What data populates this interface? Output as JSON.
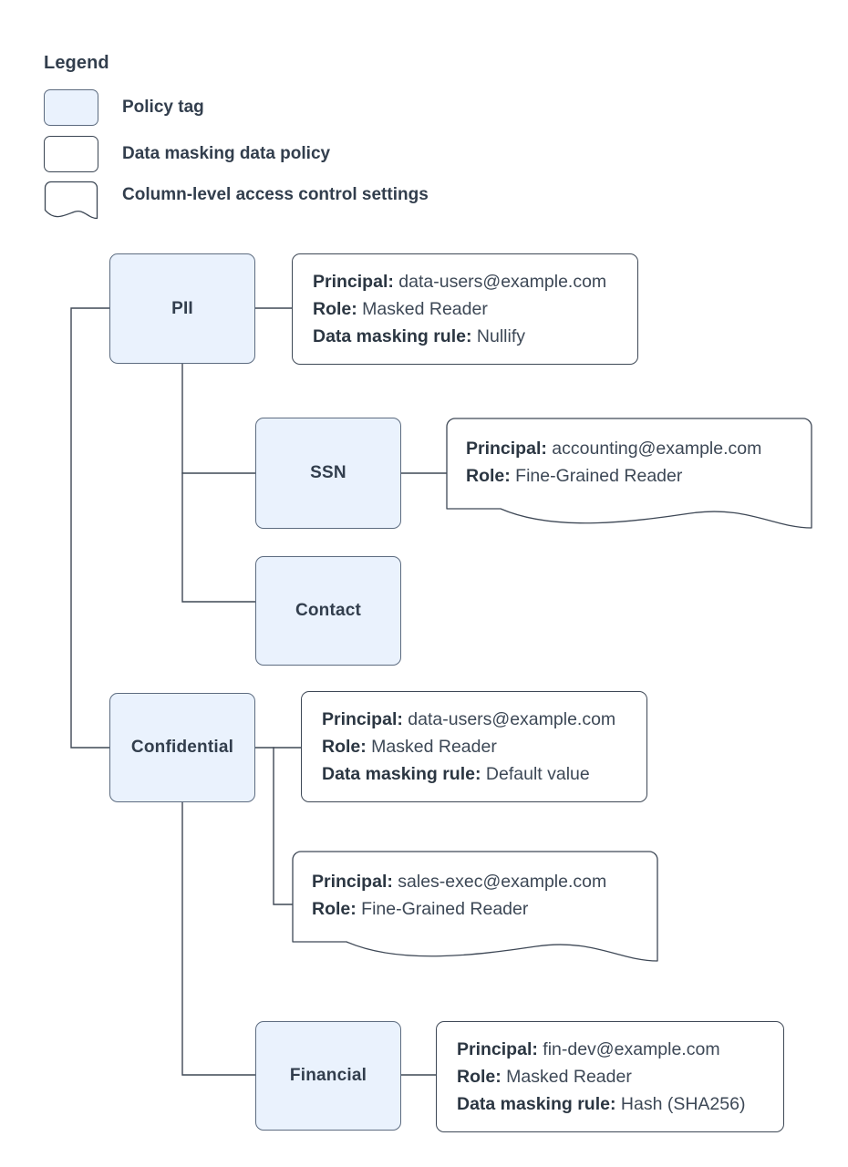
{
  "legend": {
    "title": "Legend",
    "items": [
      {
        "label": "Policy tag",
        "shape": "filled-rounded-rect"
      },
      {
        "label": "Data masking data policy",
        "shape": "rounded-rect"
      },
      {
        "label": "Column-level access control settings",
        "shape": "document-wavy"
      }
    ]
  },
  "colors": {
    "tag_fill": "#eaf2fd",
    "tag_stroke": "#5d6c80",
    "box_stroke": "#3e4856",
    "text": "#323e4d",
    "edge": "#3f4855",
    "background": "#ffffff"
  },
  "nodes": [
    {
      "id": "pii",
      "label": "PII",
      "type": "policy-tag"
    },
    {
      "id": "ssn",
      "label": "SSN",
      "type": "policy-tag"
    },
    {
      "id": "contact",
      "label": "Contact",
      "type": "policy-tag"
    },
    {
      "id": "confidential",
      "label": "Confidential",
      "type": "policy-tag"
    },
    {
      "id": "financial",
      "label": "Financial",
      "type": "policy-tag"
    }
  ],
  "callouts": [
    {
      "id": "pii-policy",
      "shape": "rounded-rect",
      "for": "PII",
      "lines": [
        {
          "key": "Principal:",
          "value": "data-users@example.com"
        },
        {
          "key": "Role:",
          "value": "Masked Reader"
        },
        {
          "key": "Data masking rule:",
          "value": "Nullify"
        }
      ]
    },
    {
      "id": "ssn-acl",
      "shape": "document-wavy",
      "for": "SSN",
      "lines": [
        {
          "key": "Principal:",
          "value": "accounting@example.com"
        },
        {
          "key": "Role:",
          "value": "Fine-Grained Reader"
        }
      ]
    },
    {
      "id": "confidential-policy",
      "shape": "rounded-rect",
      "for": "Confidential",
      "lines": [
        {
          "key": "Principal:",
          "value": "data-users@example.com"
        },
        {
          "key": "Role:",
          "value": "Masked Reader"
        },
        {
          "key": "Data masking rule:",
          "value": "Default value"
        }
      ]
    },
    {
      "id": "confidential-acl",
      "shape": "document-wavy",
      "for": "Confidential",
      "lines": [
        {
          "key": "Principal:",
          "value": "sales-exec@example.com"
        },
        {
          "key": "Role:",
          "value": "Fine-Grained Reader"
        }
      ]
    },
    {
      "id": "financial-policy",
      "shape": "rounded-rect",
      "for": "Financial",
      "lines": [
        {
          "key": "Principal:",
          "value": "fin-dev@example.com"
        },
        {
          "key": "Role:",
          "value": "Masked Reader"
        },
        {
          "key": "Data masking rule:",
          "value": "Hash (SHA256)"
        }
      ]
    }
  ],
  "edges": [
    {
      "from": "taxonomy-spine",
      "to": "pii"
    },
    {
      "from": "taxonomy-spine",
      "to": "confidential"
    },
    {
      "from": "pii",
      "to": "pii-policy"
    },
    {
      "from": "pii",
      "to": "ssn"
    },
    {
      "from": "pii",
      "to": "contact"
    },
    {
      "from": "ssn",
      "to": "ssn-acl"
    },
    {
      "from": "confidential",
      "to": "confidential-policy"
    },
    {
      "from": "confidential",
      "to": "confidential-acl"
    },
    {
      "from": "confidential",
      "to": "financial"
    },
    {
      "from": "financial",
      "to": "financial-policy"
    }
  ]
}
